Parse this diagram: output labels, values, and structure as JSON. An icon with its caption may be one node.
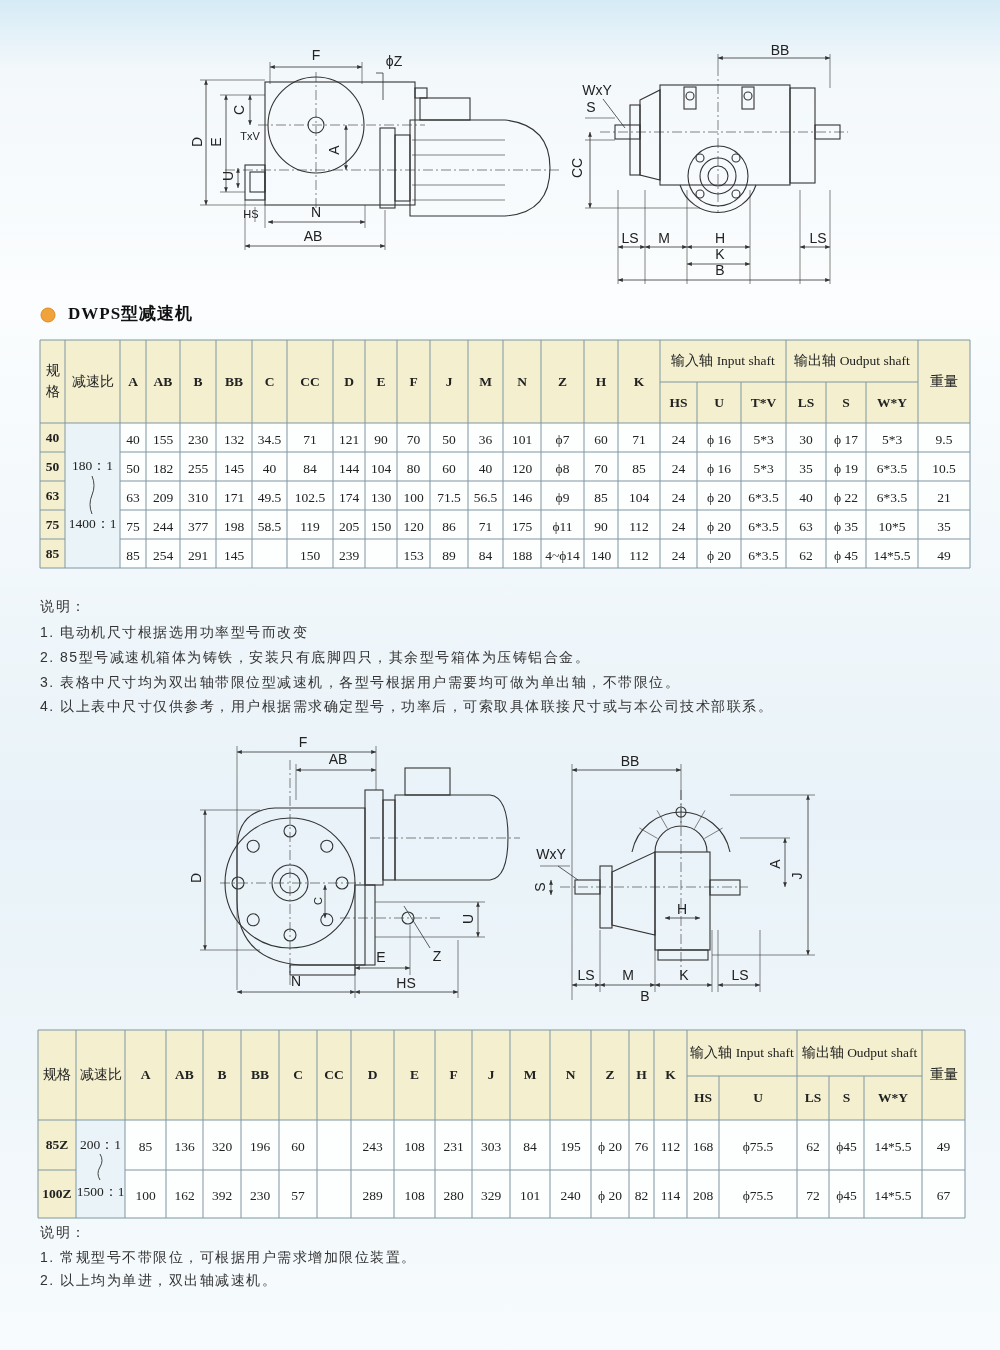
{
  "diagram": {
    "title": "DWPS型减速机",
    "labels": [
      "F",
      "ϕZ",
      "D",
      "E",
      "C",
      "TxV",
      "A",
      "U",
      "HS",
      "N",
      "AB",
      "BB",
      "WxY",
      "S",
      "CC",
      "LS",
      "M",
      "H",
      "LS",
      "K",
      "B",
      "规格",
      "减速比",
      "A",
      "AB",
      "B",
      "BB",
      "C",
      "CC",
      "D",
      "E",
      "F",
      "J",
      "M",
      "N",
      "Z",
      "H",
      "K",
      "输入轴 Input shaft",
      "输出轴 Oudput shaft",
      "重量",
      "HS",
      "U",
      "T*V",
      "LS",
      "S",
      "W*Y",
      "40",
      "180：1",
      "1400：1",
      "40",
      "155",
      "230",
      "132",
      "34.5",
      "71",
      "121",
      "90",
      "70",
      "50",
      "36",
      "101",
      "ϕ7",
      "60",
      "71",
      "24",
      "ϕ 16",
      "5*3",
      "30",
      "ϕ 17",
      "5*3",
      "9.5",
      "50",
      "50",
      "182",
      "255",
      "145",
      "40",
      "84",
      "144",
      "104",
      "80",
      "60",
      "40",
      "120",
      "ϕ8",
      "70",
      "85",
      "24",
      "ϕ 16",
      "5*3",
      "35",
      "ϕ 19",
      "6*3.5",
      "10.5",
      "63",
      "63",
      "209",
      "310",
      "171",
      "49.5",
      "102.5",
      "174",
      "130",
      "100",
      "71.5",
      "56.5",
      "146",
      "ϕ9",
      "85",
      "104",
      "24",
      "ϕ 20",
      "6*3.5",
      "40",
      "ϕ 22",
      "6*3.5",
      "21",
      "75",
      "75",
      "244",
      "377",
      "198",
      "58.5",
      "119",
      "205",
      "150",
      "120",
      "86",
      "71",
      "175",
      "ϕ11",
      "90",
      "112",
      "24",
      "ϕ 20",
      "6*3.5",
      "63",
      "ϕ 35",
      "10*5",
      "35",
      "85",
      "85",
      "254",
      "291",
      "145",
      "150",
      "239",
      "153",
      "89",
      "84",
      "188",
      "4~ϕ14",
      "140",
      "112",
      "24",
      "ϕ 20",
      "6*3.5",
      "62",
      "ϕ 45",
      "14*5.5",
      "49",
      "说明：",
      "1. 电动机尺寸根据选用功率型号而改变",
      "2. 85型号减速机箱体为铸铁，安装只有底脚四只，其余型号箱体为压铸铝合金。",
      "3. 表格中尺寸均为双出轴带限位型减速机，各型号根据用户需要均可做为单出轴，不带限位。",
      "4. 以上表中尺寸仅供参考，用户根据需求确定型号，功率后，可索取具体联接尺寸或与本公司技术部联系。",
      "F",
      "AB",
      "D",
      "C",
      "U",
      "E",
      "Z",
      "N",
      "HS",
      "BB",
      "WxY",
      "S",
      "A",
      "J",
      "H",
      "LS",
      "M",
      "K",
      "LS",
      "B",
      "规格",
      "减速比",
      "A",
      "AB",
      "B",
      "BB",
      "C",
      "CC",
      "D",
      "E",
      "F",
      "J",
      "M",
      "N",
      "Z",
      "H",
      "K",
      "输入轴 Input shaft",
      "输出轴 Oudput shaft",
      "重量",
      "HS",
      "U",
      "LS",
      "S",
      "W*Y",
      "85Z",
      "200：1",
      "1500：1",
      "85",
      "136",
      "320",
      "196",
      "60",
      "243",
      "108",
      "231",
      "303",
      "84",
      "195",
      "ϕ 20",
      "76",
      "112",
      "168",
      "ϕ75.5",
      "62",
      "ϕ45",
      "14*5.5",
      "49",
      "100Z",
      "100",
      "162",
      "392",
      "230",
      "57",
      "289",
      "108",
      "280",
      "329",
      "101",
      "240",
      "ϕ 20",
      "82",
      "114",
      "208",
      "ϕ75.5",
      "72",
      "ϕ45",
      "14*5.5",
      "67",
      "说明：",
      "1. 常规型号不带限位，可根据用户需求增加限位装置。",
      "2. 以上均为单进，双出轴减速机。"
    ]
  }
}
